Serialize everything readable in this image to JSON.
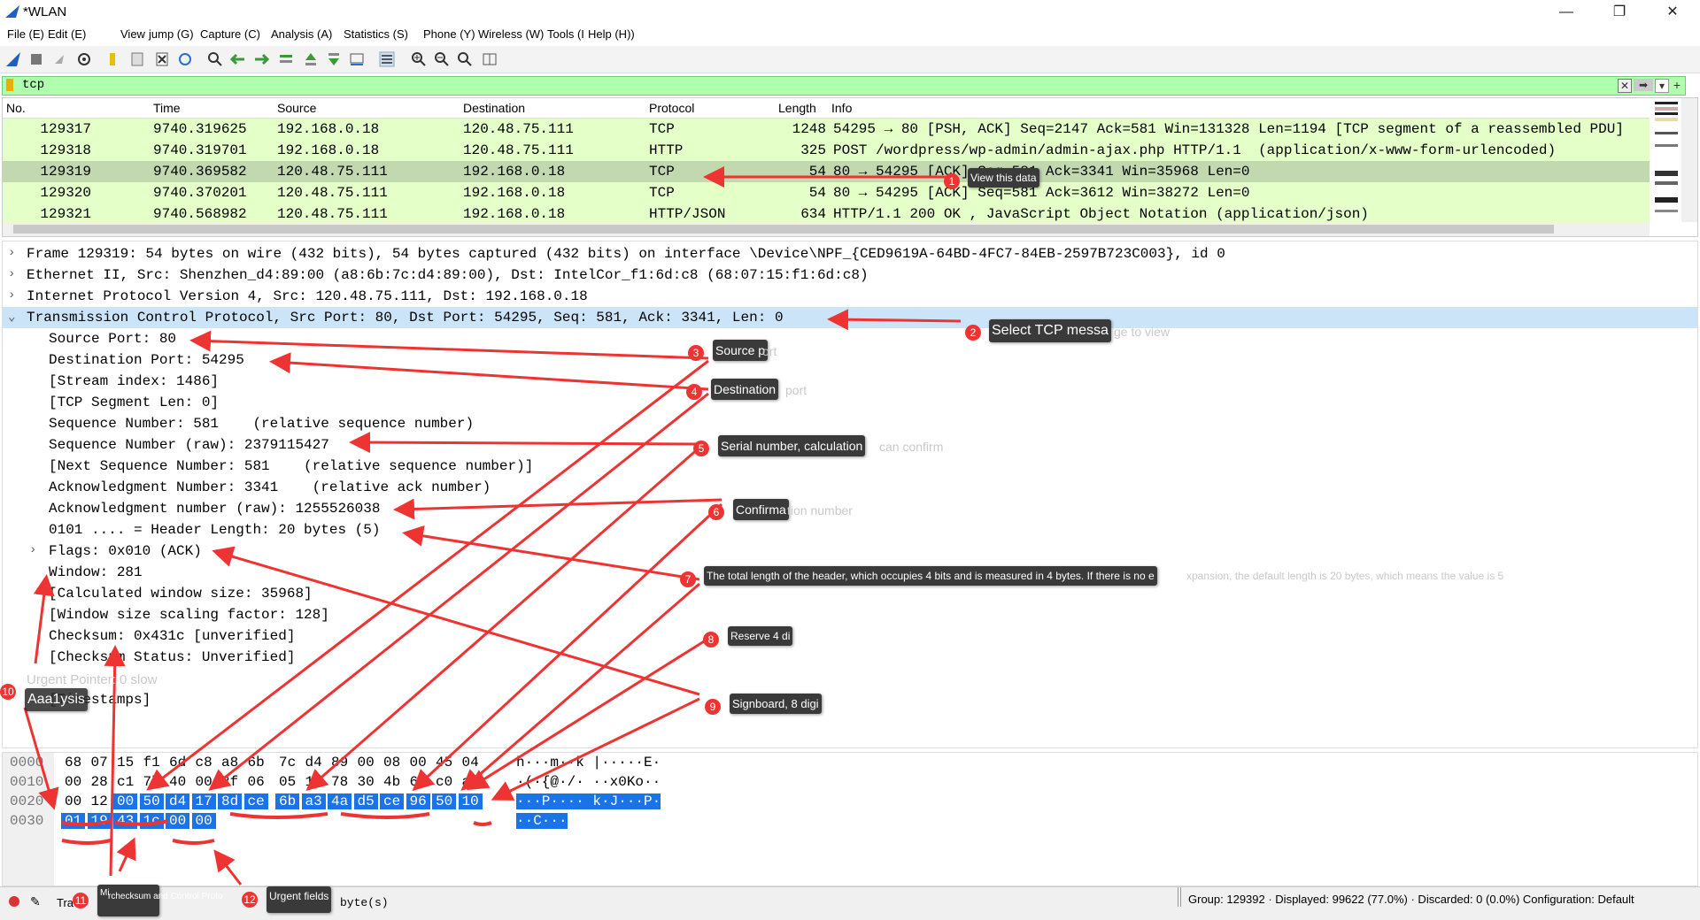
{
  "window": {
    "title": "*WLAN",
    "minimize": "—",
    "maximize": "❐",
    "close": "✕"
  },
  "menu": {
    "items": [
      "File (E)",
      "Edit (E)",
      "View",
      "jump (G)",
      "Capture (C)",
      "Analysis (A)",
      "Statistics (S)",
      "Phone (Y)",
      "Wireless (W)",
      "Tools (I",
      "Help (H))"
    ]
  },
  "toolbar": {
    "icons": [
      "shark-fin-start-icon",
      "stop-icon",
      "restart-icon",
      "options-gear-icon",
      "open-folder-icon",
      "save-file-icon",
      "close-file-icon",
      "reload-icon",
      "find-icon",
      "go-back-icon",
      "go-forward-icon",
      "go-to-packet-icon",
      "first-packet-icon",
      "last-packet-icon",
      "autoscroll-icon",
      "colorize-icon",
      "zoom-in-icon",
      "zoom-out-icon",
      "normal-size-icon",
      "resize-columns-icon"
    ]
  },
  "filter": {
    "value": "tcp",
    "clear": "✕",
    "apply": "➡",
    "dropdown": "▾",
    "add": "+"
  },
  "packet_list": {
    "columns": [
      "No.",
      "Time",
      "Source",
      "Destination",
      "Protocol",
      "Length",
      "Info"
    ],
    "rows": [
      [
        "129317",
        "9740.319625",
        "192.168.0.18",
        "120.48.75.111",
        "TCP",
        "1248",
        "54295 → 80 [PSH, ACK] Seq=2147 Ack=581 Win=131328 Len=1194 [TCP segment of a reassembled PDU]"
      ],
      [
        "129318",
        "9740.319701",
        "192.168.0.18",
        "120.48.75.111",
        "HTTP",
        "325",
        "POST /wordpress/wp-admin/admin-ajax.php HTTP/1.1  (application/x-www-form-urlencoded)"
      ],
      [
        "129319",
        "9740.369582",
        "120.48.75.111",
        "192.168.0.18",
        "TCP",
        "54",
        "80 → 54295 [ACK] Seq=581 Ack=3341 Win=35968 Len=0"
      ],
      [
        "129320",
        "9740.370201",
        "120.48.75.111",
        "192.168.0.18",
        "TCP",
        "54",
        "80 → 54295 [ACK] Seq=581 Ack=3612 Win=38272 Len=0"
      ],
      [
        "129321",
        "9740.568982",
        "120.48.75.111",
        "192.168.0.18",
        "HTTP/JSON",
        "634",
        "HTTP/1.1 200 OK , JavaScript Object Notation (application/json)"
      ]
    ],
    "selected_index": 2
  },
  "details": {
    "rows": [
      {
        "arrow": "›",
        "indent": 0,
        "text": "Frame 129319: 54 bytes on wire (432 bits), 54 bytes captured (432 bits) on interface \\Device\\NPF_{CED9619A-64BD-4FC7-84EB-2597B723C003}, id 0"
      },
      {
        "arrow": "›",
        "indent": 0,
        "text": "Ethernet II, Src: Shenzhen_d4:89:00 (a8:6b:7c:d4:89:00), Dst: IntelCor_f1:6d:c8 (68:07:15:f1:6d:c8)"
      },
      {
        "arrow": "›",
        "indent": 0,
        "text": "Internet Protocol Version 4, Src: 120.48.75.111, Dst: 192.168.0.18"
      },
      {
        "arrow": "⌄",
        "indent": 0,
        "text": "Transmission Control Protocol, Src Port: 80, Dst Port: 54295, Seq: 581, Ack: 3341, Len: 0",
        "selected": true
      },
      {
        "arrow": "",
        "indent": 1,
        "text": "Source Port: 80"
      },
      {
        "arrow": "",
        "indent": 1,
        "text": "Destination Port: 54295"
      },
      {
        "arrow": "",
        "indent": 1,
        "text": "[Stream index: 1486]"
      },
      {
        "arrow": "",
        "indent": 1,
        "text": "[TCP Segment Len: 0]"
      },
      {
        "arrow": "",
        "indent": 1,
        "text": "Sequence Number: 581    (relative sequence number)"
      },
      {
        "arrow": "",
        "indent": 1,
        "text": "Sequence Number (raw): 2379115427"
      },
      {
        "arrow": "",
        "indent": 1,
        "text": "[Next Sequence Number: 581    (relative sequence number)]"
      },
      {
        "arrow": "",
        "indent": 1,
        "text": "Acknowledgment Number: 3341    (relative ack number)"
      },
      {
        "arrow": "",
        "indent": 1,
        "text": "Acknowledgment number (raw): 1255526038"
      },
      {
        "arrow": "",
        "indent": 1,
        "text": "0101 .... = Header Length: 20 bytes (5)"
      },
      {
        "arrow": "›",
        "indent": 1,
        "text": "Flags: 0x010 (ACK)"
      },
      {
        "arrow": "",
        "indent": 1,
        "text": "Window: 281"
      },
      {
        "arrow": "",
        "indent": 1,
        "text": "[Calculated window size: 35968]"
      },
      {
        "arrow": "",
        "indent": 1,
        "text": "[Window size scaling factor: 128]"
      },
      {
        "arrow": "",
        "indent": 1,
        "text": "Checksum: 0x431c [unverified]"
      },
      {
        "arrow": "",
        "indent": 1,
        "text": "[Checksum Status: Unverified]"
      },
      {
        "arrow": "",
        "indent": 1,
        "text": ""
      },
      {
        "arrow": "›",
        "indent": 1,
        "text": "[Timestamps]"
      }
    ]
  },
  "bytes": {
    "rows": [
      {
        "offset": "0000",
        "hex": [
          "68",
          "07",
          "15",
          "f1",
          "6d",
          "c8",
          "a8",
          "6b",
          "7c",
          "d4",
          "89",
          "00",
          "08",
          "00",
          "45",
          "04"
        ],
        "ascii": "h···m··k |·····E·"
      },
      {
        "offset": "0010",
        "hex": [
          "00",
          "28",
          "c1",
          "7b",
          "40",
          "00",
          "2f",
          "06",
          "05",
          "17",
          "78",
          "30",
          "4b",
          "6f",
          "c0",
          "a8"
        ],
        "ascii": "·(·{@·/· ··x0Ko··"
      },
      {
        "offset": "0020",
        "hex": [
          "00",
          "12",
          "00",
          "50",
          "d4",
          "17",
          "8d",
          "ce",
          "6b",
          "a3",
          "4a",
          "d5",
          "ce",
          "96",
          "50",
          "10"
        ],
        "ascii": "···P···· k·J···P·"
      },
      {
        "offset": "0030",
        "hex": [
          "01",
          "19",
          "43",
          "1c",
          "00",
          "00"
        ],
        "ascii": "··C···"
      }
    ]
  },
  "status": {
    "left_text": "Tra",
    "bytes_text": "byte(s)",
    "right_text": "Group: 129392 · Displayed: 99622 (77.0%) · Discarded: 0 (0.0%) Configuration: Default"
  },
  "annotations": [
    {
      "n": "1",
      "label": "View this data",
      "ghost": ""
    },
    {
      "n": "2",
      "label": "Select TCP messa",
      "ghost": "ge to view"
    },
    {
      "n": "3",
      "label": "Source p",
      "ghost": "ort"
    },
    {
      "n": "4",
      "label": "Destination",
      "ghost": "port"
    },
    {
      "n": "5",
      "label": "Serial number, calculation",
      "ghost": "can confirm"
    },
    {
      "n": "6",
      "label": "Confirma",
      "ghost": "tion number"
    },
    {
      "n": "7",
      "label": "The total length of the header, which occupies 4 bits and is measured in 4 bytes. If there is no e",
      "ghost": "xpansion, the default length is 20 bytes, which means the value is 5"
    },
    {
      "n": "8",
      "label": "Reserve 4 di",
      "ghost": ""
    },
    {
      "n": "9",
      "label": "Signboard, 8 digi",
      "ghost": ""
    },
    {
      "n": "10",
      "label": "Aaa1ysis",
      "ghost": "Urgent Pointer: 0 slow"
    },
    {
      "n": "11",
      "label": "Mi",
      "ghost": "rchecksum and Control Proto"
    },
    {
      "n": "12",
      "label": "Urgent fields",
      "ghost": ""
    }
  ],
  "colors": {
    "filter_bg": "#afffaf",
    "row_bg": "#e4ffc7",
    "row_selected_bg": "#c2d9b0",
    "detail_selected_bg": "#cce4f7",
    "hex_highlight": "#1a73e8",
    "annotation_red": "#e33"
  }
}
